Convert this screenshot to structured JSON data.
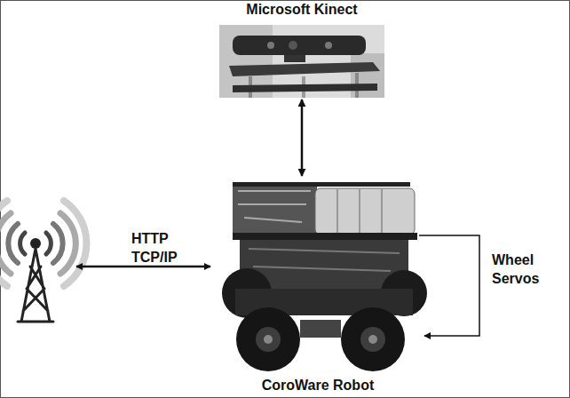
{
  "diagram": {
    "nodes": [
      {
        "text": [
          "Microsoft Kinect"
        ]
      },
      {
        "text": [
          "CoroWare Robot"
        ]
      }
    ],
    "edges": [
      {
        "from": 0,
        "to": 1,
        "arrow": "both"
      }
    ],
    "labels": [
      "HTTP TCP/IP",
      "Wheel Servos"
    ]
  }
}
